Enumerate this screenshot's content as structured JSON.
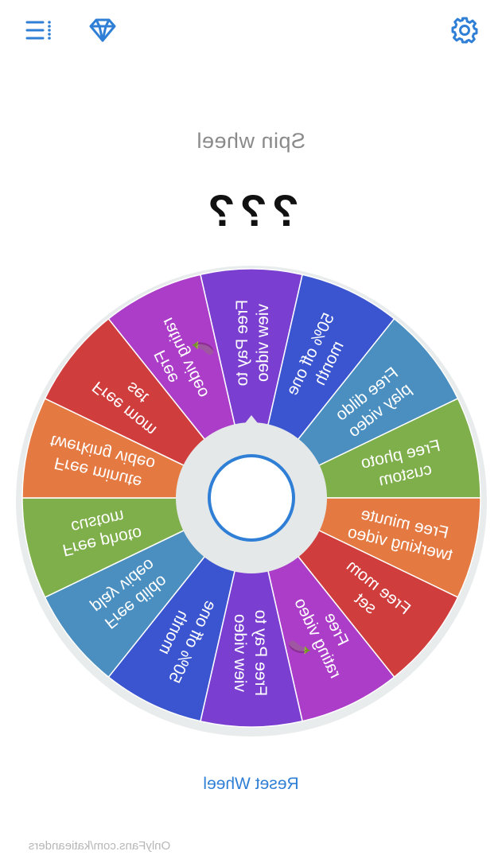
{
  "header": {
    "menu_icon": "list-menu-icon",
    "premium_icon": "diamond-icon",
    "settings_icon": "gear-icon",
    "accent": "#2f7fd6"
  },
  "title": "Spin wheel",
  "result": "???",
  "wheel": {
    "mirrored": true,
    "segments": [
      {
        "lines": [
          "Free Pay to",
          "view video"
        ],
        "color": "#7a3fd1"
      },
      {
        "lines": [
          "50% off one",
          "month"
        ],
        "color": "#3a55cf"
      },
      {
        "lines": [
          "Free dildo",
          "play video"
        ],
        "color": "#4a8fc0"
      },
      {
        "lines": [
          "Free photo",
          "custom"
        ],
        "color": "#7eaf4a"
      },
      {
        "lines": [
          "Free minute",
          "twerking video"
        ],
        "color": "#e47a42"
      },
      {
        "lines": [
          "Free mom",
          "set"
        ],
        "color": "#cf3d3d"
      },
      {
        "lines": [
          "Free",
          "rating video"
        ],
        "color": "#ab3dc8",
        "emoji": "🍆"
      },
      {
        "lines": [
          "Free Pay to",
          "view video"
        ],
        "color": "#7a3fd1"
      },
      {
        "lines": [
          "50% off one",
          "month"
        ],
        "color": "#3a55cf"
      },
      {
        "lines": [
          "Free dildo",
          "play video"
        ],
        "color": "#4a8fc0"
      },
      {
        "lines": [
          "Free photo",
          "custom"
        ],
        "color": "#7eaf4a"
      },
      {
        "lines": [
          "Free minute",
          "twerking video"
        ],
        "color": "#e47a42"
      },
      {
        "lines": [
          "Free mom",
          "set"
        ],
        "color": "#cf3d3d"
      },
      {
        "lines": [
          "Free",
          "rating video"
        ],
        "color": "#ab3dc8",
        "emoji": "🍆"
      }
    ]
  },
  "reset_label": "Reset Wheel",
  "watermark": "OnlyFans.com/katieanders"
}
